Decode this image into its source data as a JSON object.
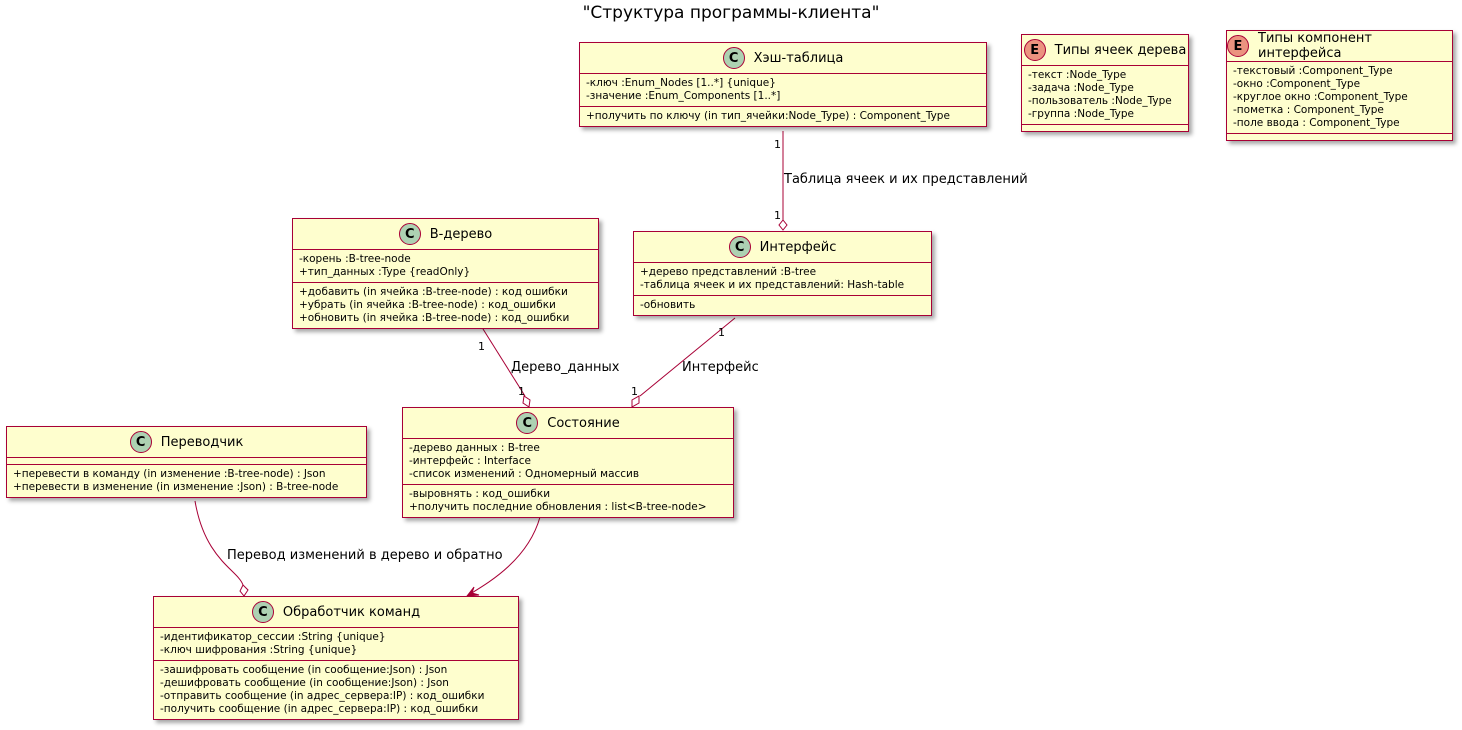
{
  "title": "\"Структура программы-клиента\"",
  "classes": {
    "hash": {
      "stereo": "C",
      "name": "Хэш-таблица",
      "attrs": [
        "-ключ :Enum_Nodes [1..*] {unique}",
        "-значение :Enum_Components [1..*]"
      ],
      "methods": [
        "+получить по ключу (in тип_ячейки:Node_Type) : Component_Type"
      ]
    },
    "node_types": {
      "stereo": "E",
      "name": "Типы ячеек дерева",
      "attrs": [
        "-текст :Node_Type",
        "-задача :Node_Type",
        "-пользователь :Node_Type",
        "-группа :Node_Type"
      ]
    },
    "component_types": {
      "stereo": "E",
      "name": "Типы компонент интерфейса",
      "attrs": [
        "-текстовый :Component_Type",
        "-окно :Component_Type",
        "-круглое окно :Component_Type",
        "-пометка : Component_Type",
        "-поле ввода : Component_Type"
      ]
    },
    "btree": {
      "stereo": "C",
      "name": "B-дерево",
      "attrs": [
        "-корень :B-tree-node",
        "+тип_данных :Type {readOnly}"
      ],
      "methods": [
        "+добавить (in ячейка :B-tree-node) : код ошибки",
        "+убрать (in ячейка :B-tree-node) : код_ошибки",
        "+обновить (in ячейка :B-tree-node) : код_ошибки"
      ]
    },
    "interface": {
      "stereo": "C",
      "name": "Интерфейс",
      "attrs": [
        "+дерево представлений :B-tree",
        "-таблица ячеек и их представлений: Hash-table"
      ],
      "methods": [
        "-обновить"
      ]
    },
    "translator": {
      "stereo": "C",
      "name": "Переводчик",
      "methods": [
        "+перевести в команду (in изменение :B-tree-node) : Json",
        "+перевести в изменение (in изменение :Json) : B-tree-node"
      ]
    },
    "state": {
      "stereo": "C",
      "name": "Состояние",
      "attrs": [
        "-дерево данных : B-tree",
        "-интерфейс : Interface",
        "-список изменений : Одномерный массив"
      ],
      "methods": [
        "-выровнять : код_ошибки",
        "+получить последние обновления : list<B-tree-node>"
      ]
    },
    "handler": {
      "stereo": "C",
      "name": "Обработчик команд",
      "attrs": [
        "-идентификатор_сессии :String {unique}",
        "-ключ шифрования :String {unique}"
      ],
      "methods": [
        "-зашифровать сообщение (in сообщение:Json) : Json",
        "-дешифровать сообщение (in сообщение:Json) : Json",
        "-отправить сообщение (in адрес_сервера:IP) : код_ошибки",
        "-получить сообщение (in адрес_сервера:IP) : код_ошибки"
      ]
    }
  },
  "relations": {
    "hash_interface": {
      "label": "Таблица ячеек и их представлений",
      "m1": "1",
      "m2": "1"
    },
    "btree_state": {
      "label": "Дерево_данных",
      "m1": "1",
      "m2": "1"
    },
    "interface_state": {
      "label": "Интерфейс",
      "m1": "1",
      "m2": "1"
    },
    "translator_handler": {
      "label": "Перевод изменений в дерево и обратно"
    }
  },
  "colors": {
    "class_fill": "#FEFECE",
    "border": "#A80036",
    "class_circle": "#ADD1B2",
    "enum_circle": "#EB937F"
  }
}
